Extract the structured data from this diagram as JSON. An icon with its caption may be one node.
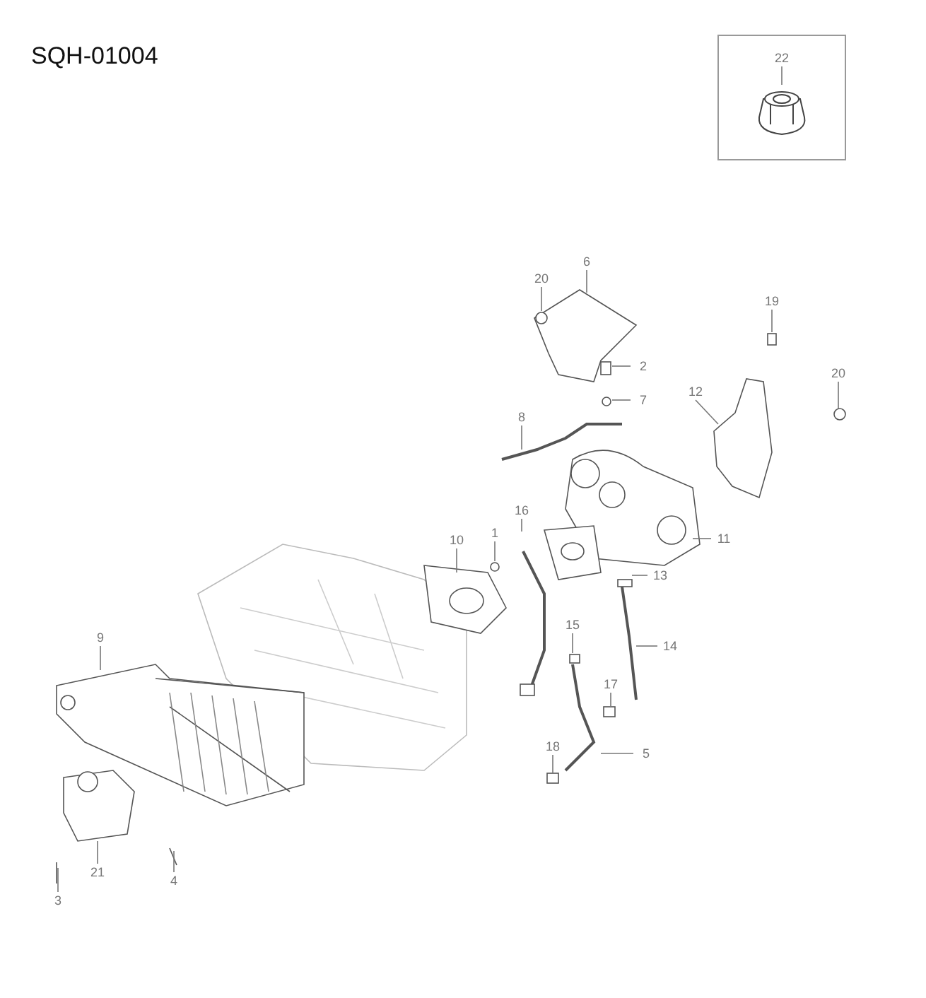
{
  "diagram": {
    "title": "SQH-01004",
    "nodes": [
      {
        "text": [
          "22"
        ]
      },
      {
        "text": [
          "6"
        ]
      },
      {
        "text": [
          "20"
        ]
      },
      {
        "text": [
          "19"
        ]
      },
      {
        "text": [
          "2"
        ]
      },
      {
        "text": [
          "20"
        ]
      },
      {
        "text": [
          "7"
        ]
      },
      {
        "text": [
          "12"
        ]
      },
      {
        "text": [
          "8"
        ]
      },
      {
        "text": [
          "16"
        ]
      },
      {
        "text": [
          "1"
        ]
      },
      {
        "text": [
          "10"
        ]
      },
      {
        "text": [
          "11"
        ]
      },
      {
        "text": [
          "13"
        ]
      },
      {
        "text": [
          "15"
        ]
      },
      {
        "text": [
          "9"
        ]
      },
      {
        "text": [
          "14"
        ]
      },
      {
        "text": [
          "17"
        ]
      },
      {
        "text": [
          "18"
        ]
      },
      {
        "text": [
          "5"
        ]
      },
      {
        "text": [
          "21"
        ]
      },
      {
        "text": [
          "4"
        ]
      },
      {
        "text": [
          "3"
        ]
      }
    ],
    "edges": [
      {
        "from": 0,
        "to": null,
        "arrow": "none"
      },
      {
        "from": 1,
        "to": null,
        "arrow": "none"
      },
      {
        "from": 2,
        "to": null,
        "arrow": "none"
      },
      {
        "from": 3,
        "to": null,
        "arrow": "none"
      },
      {
        "from": 4,
        "to": null,
        "arrow": "none"
      },
      {
        "from": 5,
        "to": null,
        "arrow": "none"
      },
      {
        "from": 6,
        "to": null,
        "arrow": "none"
      },
      {
        "from": 7,
        "to": null,
        "arrow": "none"
      },
      {
        "from": 8,
        "to": null,
        "arrow": "none"
      },
      {
        "from": 9,
        "to": null,
        "arrow": "none"
      },
      {
        "from": 10,
        "to": null,
        "arrow": "none"
      },
      {
        "from": 11,
        "to": null,
        "arrow": "none"
      },
      {
        "from": 12,
        "to": null,
        "arrow": "none"
      },
      {
        "from": 13,
        "to": null,
        "arrow": "none"
      },
      {
        "from": 14,
        "to": null,
        "arrow": "none"
      },
      {
        "from": 15,
        "to": null,
        "arrow": "none"
      },
      {
        "from": 16,
        "to": null,
        "arrow": "none"
      },
      {
        "from": 17,
        "to": null,
        "arrow": "none"
      },
      {
        "from": 18,
        "to": null,
        "arrow": "none"
      },
      {
        "from": 19,
        "to": null,
        "arrow": "none"
      },
      {
        "from": 20,
        "to": null,
        "arrow": "none"
      },
      {
        "from": 21,
        "to": null,
        "arrow": "none"
      },
      {
        "from": 22,
        "to": null,
        "arrow": "none"
      }
    ]
  }
}
